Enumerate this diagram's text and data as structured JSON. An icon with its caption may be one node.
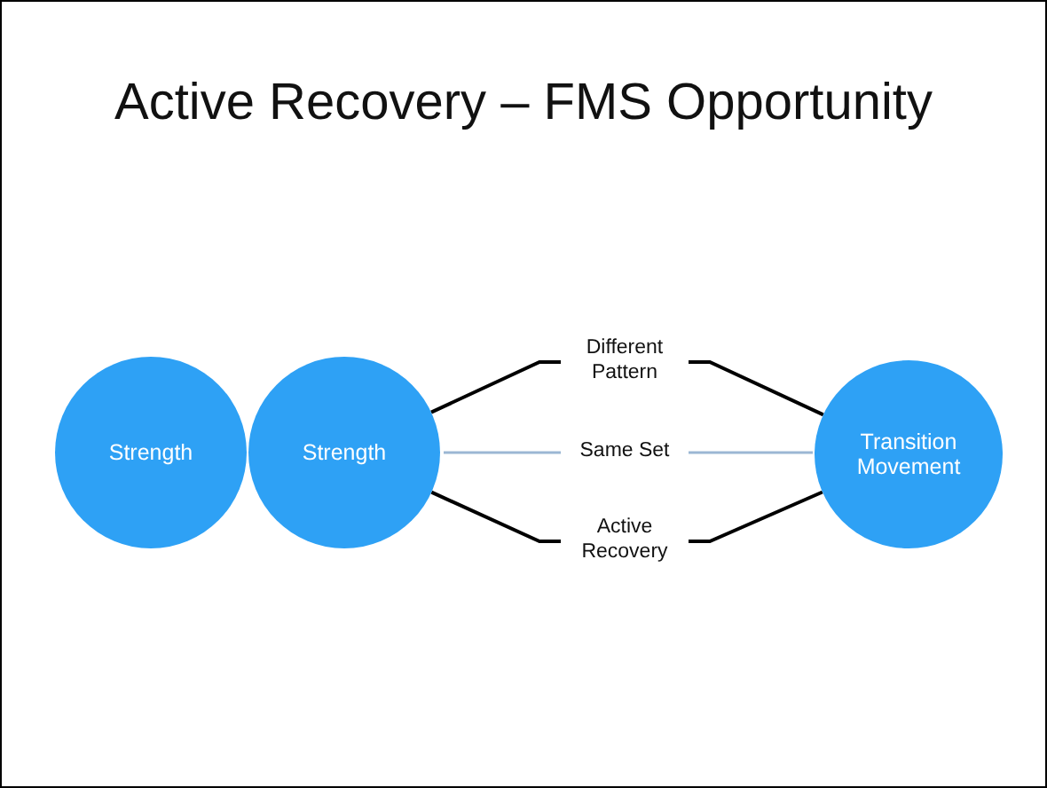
{
  "diagram": {
    "title": "Active Recovery – FMS Opportunity",
    "nodes": [
      {
        "text": [
          "Strength"
        ]
      },
      {
        "text": [
          "Strength"
        ]
      },
      {
        "text": [
          "Different Pattern"
        ]
      },
      {
        "text": [
          "Same Set"
        ]
      },
      {
        "text": [
          "Active Recovery"
        ]
      },
      {
        "text": [
          "Transition Movement"
        ]
      }
    ],
    "edges": [
      {
        "from": 1,
        "to": 2,
        "arrow": "none"
      },
      {
        "from": 1,
        "to": 3,
        "arrow": "none",
        "color": "#9bb7d4"
      },
      {
        "from": 1,
        "to": 4,
        "arrow": "none"
      },
      {
        "from": 2,
        "to": 5,
        "arrow": "none"
      },
      {
        "from": 3,
        "to": 5,
        "arrow": "none",
        "color": "#9bb7d4"
      },
      {
        "from": 4,
        "to": 5,
        "arrow": "none"
      }
    ]
  }
}
